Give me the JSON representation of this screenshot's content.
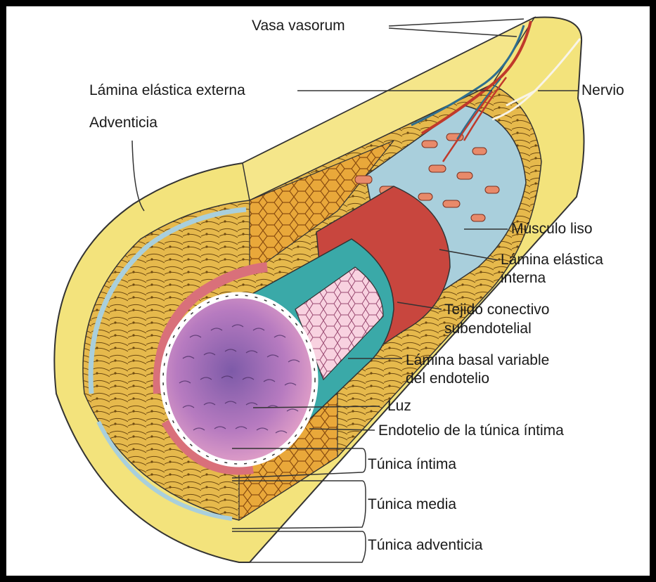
{
  "labels": {
    "vasa_vasorum": "Vasa vasorum",
    "lamina_elastica_externa": "Lámina elástica externa",
    "nervio": "Nervio",
    "adventicia": "Adventicia",
    "musculo_liso": "Músculo liso",
    "lamina_elastica_interna_1": "Lámina elástica",
    "lamina_elastica_interna_2": "interna",
    "tejido_conectivo_1": "Tejido conectivo",
    "tejido_conectivo_2": "subendotelial",
    "lamina_basal_1": "Lámina basal variable",
    "lamina_basal_2": "del endotelio",
    "luz": "Luz",
    "endotelio": "Endotelio de la túnica íntima",
    "tunica_intima": "Túnica íntima",
    "tunica_media": "Túnica media",
    "tunica_adventicia": "Túnica adventicia"
  },
  "colors": {
    "adventitia": "#f2e27a",
    "media": "#e7b84a",
    "elastic": "#a9cfdc",
    "intima_red": "#c8463e",
    "basal_teal": "#3aa9a8",
    "endothelium_pink": "#f3c6d6",
    "lumen": "#b67bc4",
    "vessel_red": "#c0392b",
    "vessel_blue": "#2e6e8e"
  }
}
